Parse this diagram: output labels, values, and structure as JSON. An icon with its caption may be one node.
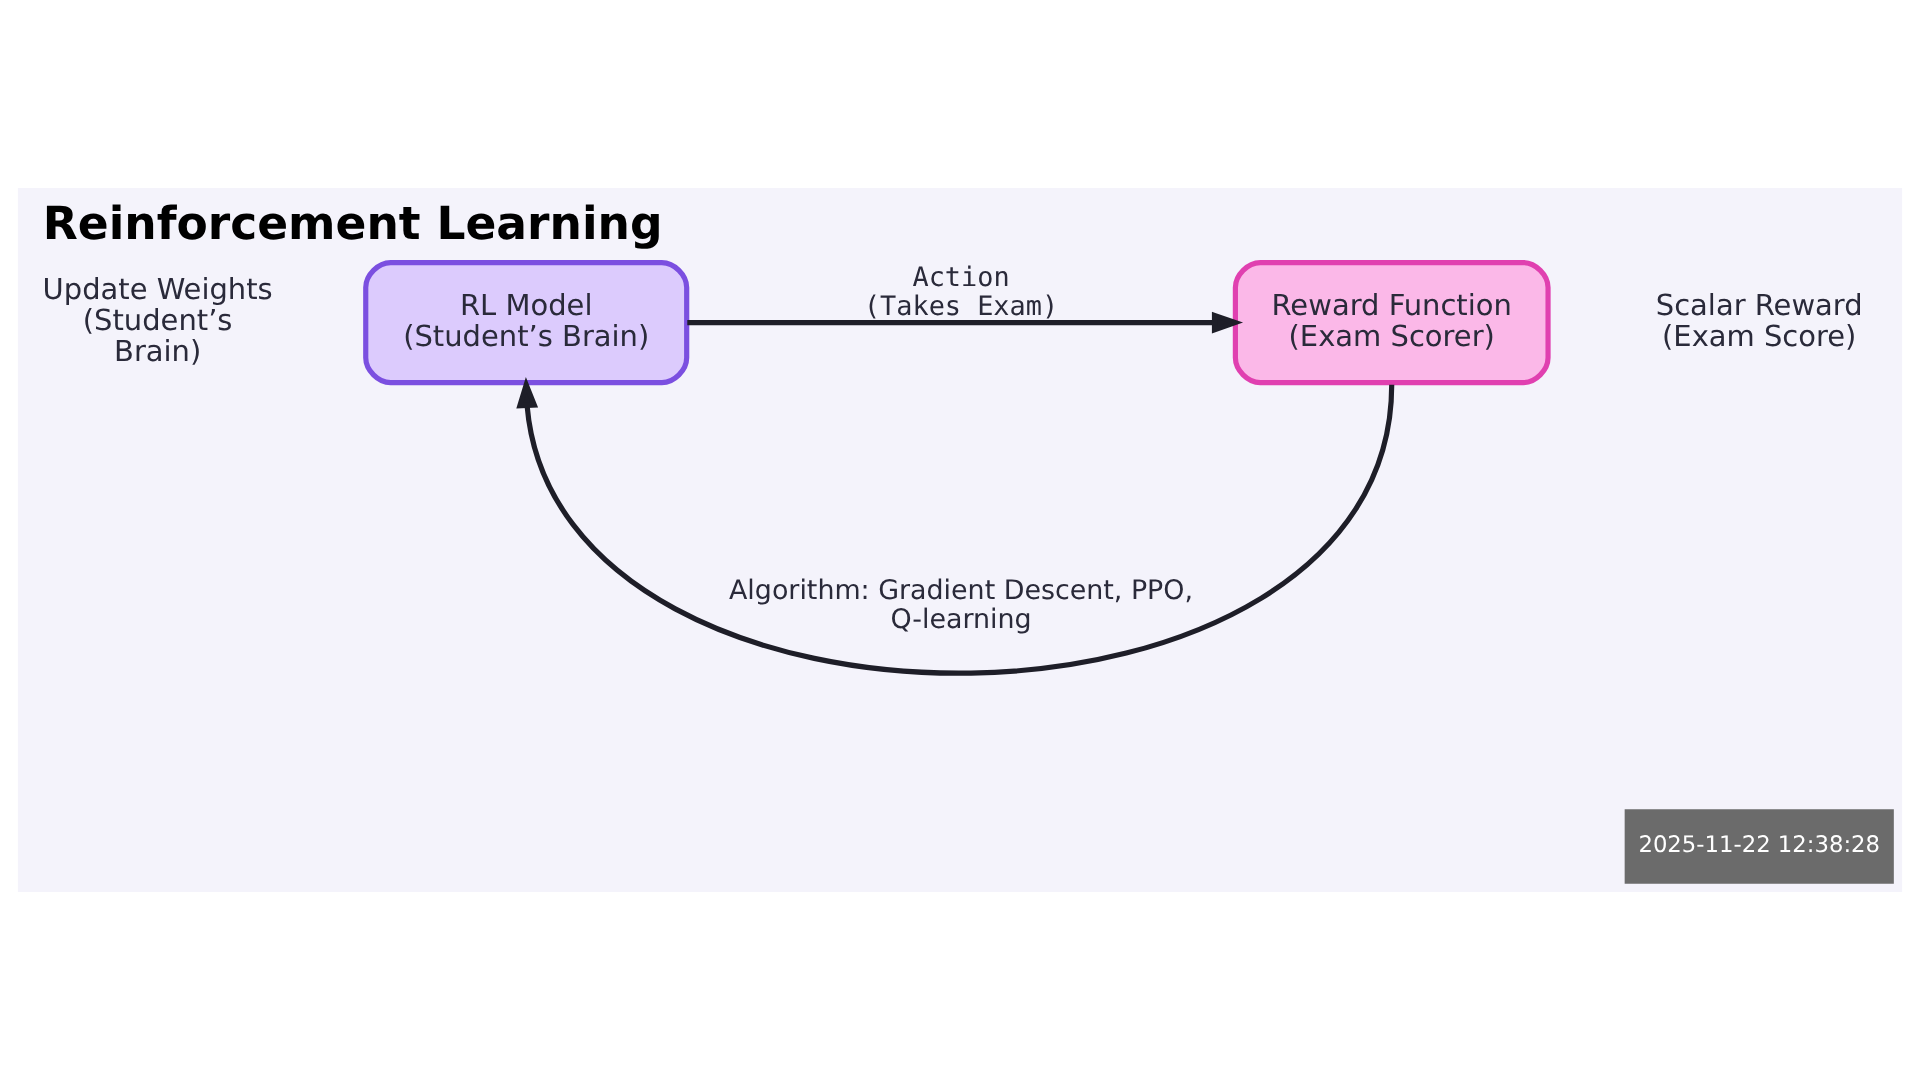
{
  "diagram": {
    "title": "Reinforcement Learning",
    "nodes": [
      {
        "text": [
          "RL Model (Student’s Brain)"
        ]
      },
      {
        "text": [
          "Reward Function (Exam Scorer)"
        ]
      }
    ],
    "edges": [
      {
        "from": 0,
        "to": 1,
        "arrow": "to",
        "label": "Action (Takes Exam)"
      },
      {
        "from": 1,
        "to": 0,
        "arrow": "to",
        "label": "Algorithm: Gradient Descent, PPO, Q-learning"
      }
    ],
    "labels": [
      "Update Weights (Student’s Brain)",
      "Scalar Reward (Exam Score)",
      "2025-11-22 12:38:28"
    ]
  }
}
